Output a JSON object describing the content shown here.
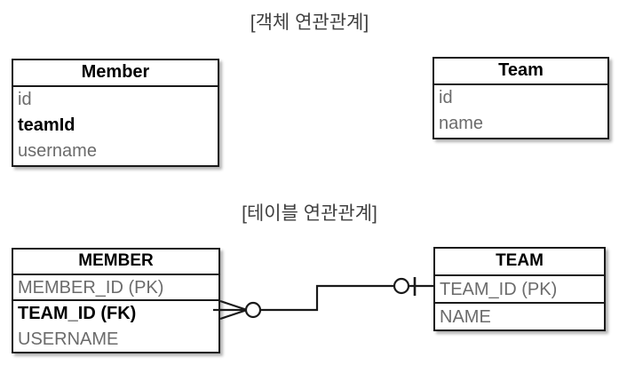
{
  "titles": {
    "object_model": "[객체 연관관계]",
    "table_model": "[테이블 연관관계]"
  },
  "object_model": {
    "entities": [
      {
        "name": "Member",
        "attributes": [
          {
            "label": "id",
            "emphasis": "normal"
          },
          {
            "label": "teamId",
            "emphasis": "bold"
          },
          {
            "label": "username",
            "emphasis": "normal"
          }
        ]
      },
      {
        "name": "Team",
        "attributes": [
          {
            "label": "id",
            "emphasis": "normal"
          },
          {
            "label": "name",
            "emphasis": "normal"
          }
        ]
      }
    ]
  },
  "table_model": {
    "tables": [
      {
        "name": "MEMBER",
        "columns": [
          {
            "label": "MEMBER_ID (PK)",
            "emphasis": "normal"
          },
          {
            "label": "TEAM_ID (FK)",
            "emphasis": "bold"
          },
          {
            "label": "USERNAME",
            "emphasis": "normal"
          }
        ]
      },
      {
        "name": "TEAM",
        "columns": [
          {
            "label": "TEAM_ID (PK)",
            "emphasis": "normal"
          },
          {
            "label": "NAME",
            "emphasis": "normal"
          }
        ]
      }
    ],
    "relationship": {
      "left_cardinality": "zero-or-many",
      "right_cardinality": "zero-or-one",
      "line_style": "stepped"
    }
  },
  "colors": {
    "stroke": "#1a1a1a",
    "attribute_text": "#6b6b6b",
    "key_text": "#000000",
    "title_text": "#3f3f3f",
    "background": "#ffffff"
  }
}
